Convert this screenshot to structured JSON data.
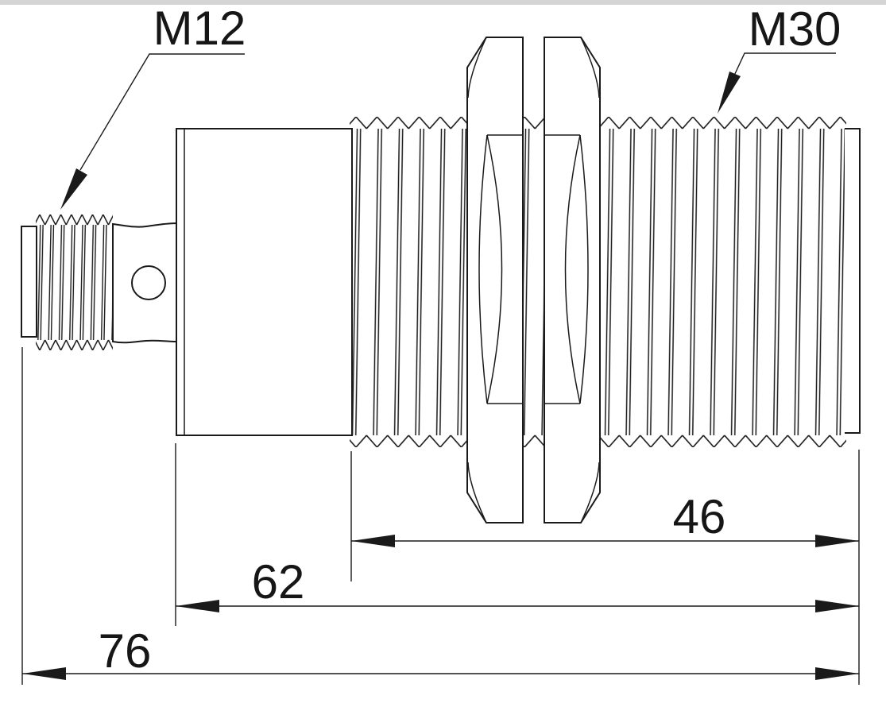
{
  "drawing": {
    "type": "technical-dimension-drawing",
    "subject": "threaded cylindrical sensor body, side view",
    "thread_labels": {
      "m12": "M12",
      "m30": "M30"
    },
    "dimensions": {
      "thread_length": "46",
      "body_length": "62",
      "total_length": "76"
    },
    "colors": {
      "line": "#1a1a1a",
      "background": "#ffffff",
      "top_strip": "#d5d5d5"
    }
  }
}
